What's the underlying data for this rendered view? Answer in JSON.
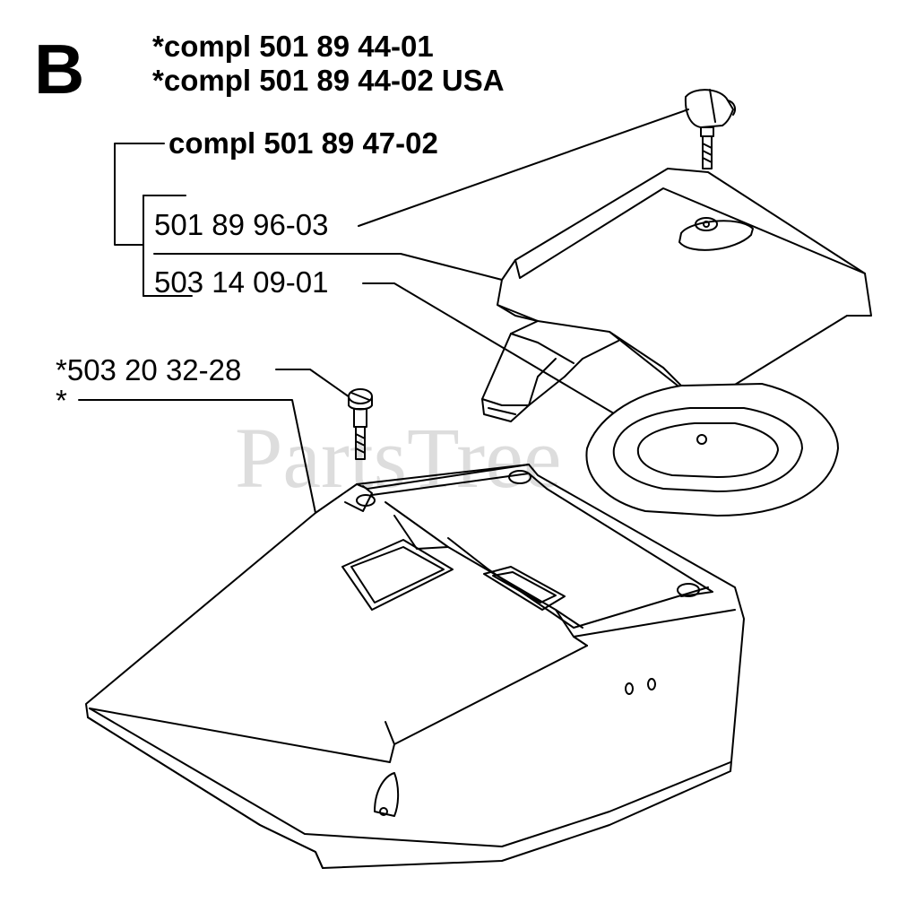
{
  "header": {
    "section_letter": "B",
    "assembly_line_1": "*compl 501 89 44-01",
    "assembly_line_2": "*compl 501 89 44-02 USA"
  },
  "subassembly": {
    "label": "compl 501 89 47-02"
  },
  "parts": {
    "knob_screw": "501 89 96-03",
    "upper_cover": "503 14 09-01",
    "screw": "*503 20 32-28",
    "lower_cover": "*"
  },
  "watermark": {
    "text": "PartsTree"
  }
}
